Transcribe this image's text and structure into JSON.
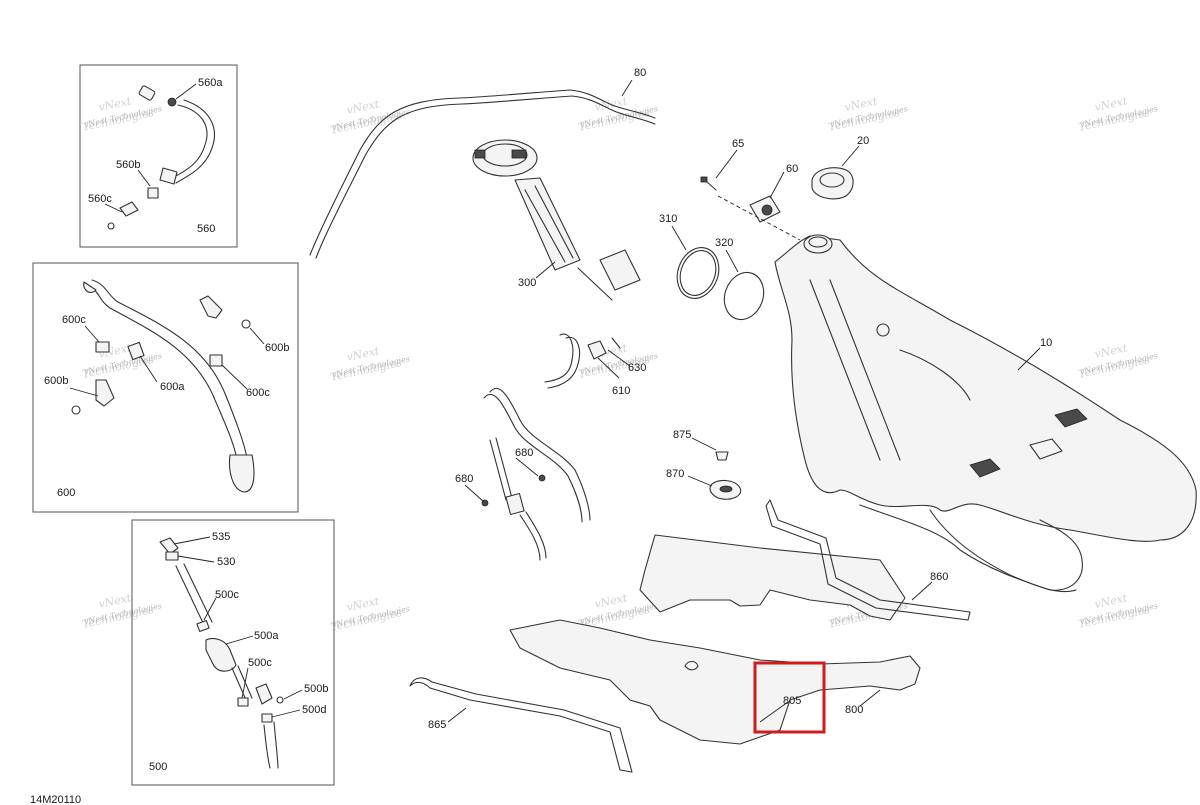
{
  "diagram_code": "14M20110",
  "highlight_color": "#d01c1c",
  "watermark": {
    "line1": "vNext",
    "line2": "Technologies",
    "full": "vNext Technologies"
  },
  "callouts": {
    "c10": "10",
    "c20": "20",
    "c60": "60",
    "c65": "65",
    "c80": "80",
    "c300": "300",
    "c310": "310",
    "c320": "320",
    "c500": "500",
    "c500a": "500a",
    "c500b": "500b",
    "c500c_1": "500c",
    "c500c_2": "500c",
    "c500d": "500d",
    "c530": "530",
    "c535": "535",
    "c560": "560",
    "c560a": "560a",
    "c560b": "560b",
    "c560c": "560c",
    "c600": "600",
    "c600a": "600a",
    "c600b_1": "600b",
    "c600b_2": "600b",
    "c600c_1": "600c",
    "c600c_2": "600c",
    "c610": "610",
    "c630": "630",
    "c680_1": "680",
    "c680_2": "680",
    "c800": "800",
    "c805": "805",
    "c860": "860",
    "c865": "865",
    "c870": "870",
    "c875": "875"
  }
}
